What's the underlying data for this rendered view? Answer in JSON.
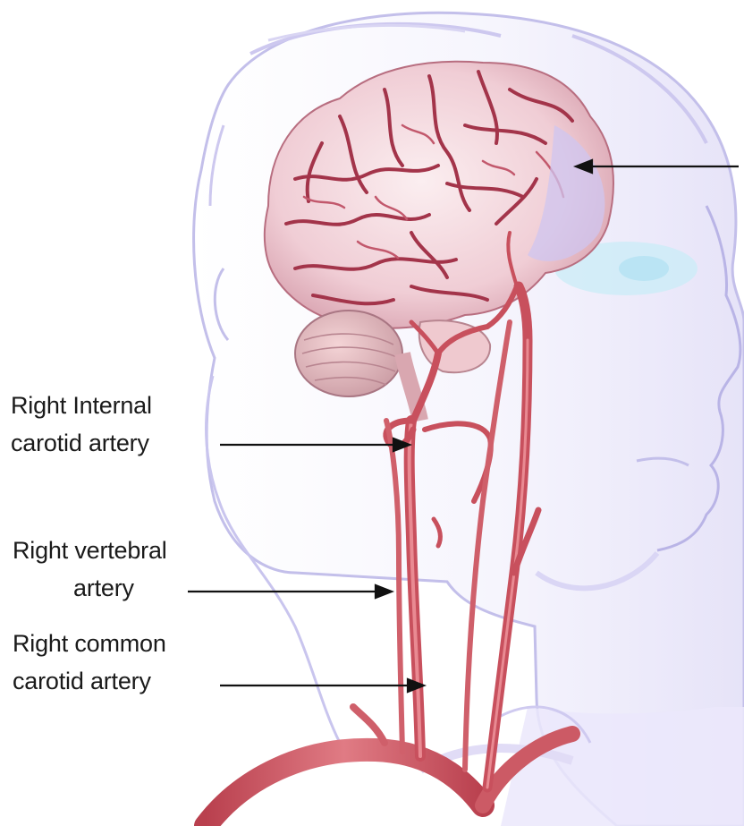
{
  "labels": {
    "internal_carotid": {
      "line1": "Right Internal",
      "line2": "carotid artery"
    },
    "vertebral": {
      "line1": "Right vertebral",
      "line2": "artery"
    },
    "common_carotid": {
      "line1": "Right common",
      "line2": "carotid artery"
    }
  },
  "colors": {
    "skin": "#e4e2f7",
    "skin_outline": "#b6b2e3",
    "brain": "#f2d2d8",
    "brain_vessel": "#9c2c40",
    "artery": "#d8626c",
    "artery_dark": "#b2384a",
    "eye_tint": "#bfe6f4",
    "arrow": "#111111"
  }
}
